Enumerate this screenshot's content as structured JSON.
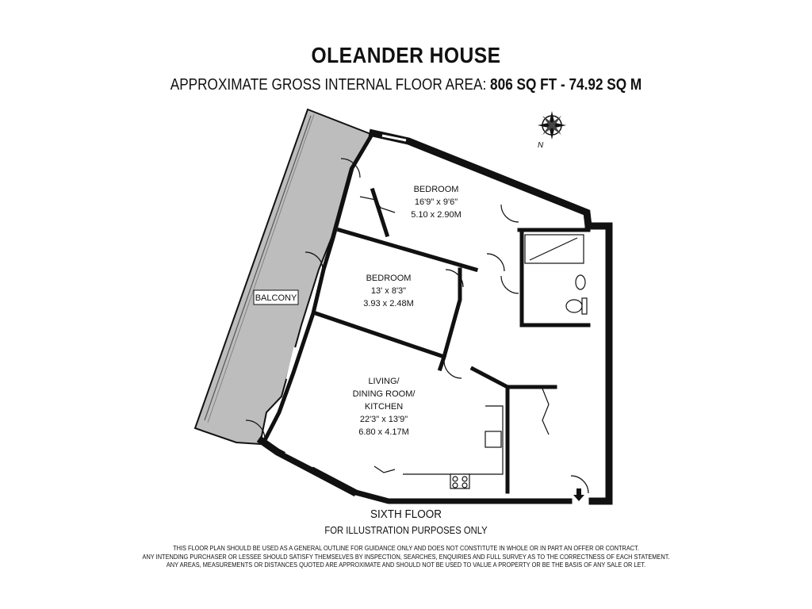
{
  "header": {
    "title": "OLEANDER HOUSE",
    "area_label": "APPROXIMATE GROSS INTERNAL FLOOR AREA:",
    "area_sqft": "806 SQ FT",
    "area_separator": "-",
    "area_sqm": "74.92 SQ M"
  },
  "compass": {
    "north_label": "N"
  },
  "rooms": {
    "bedroom1": {
      "name": "BEDROOM",
      "imperial": "16'9\" x 9'6\"",
      "metric": "5.10 x 2.90M"
    },
    "bedroom2": {
      "name": "BEDROOM",
      "imperial": "13' x 8'3\"",
      "metric": "3.93 x 2.48M"
    },
    "living": {
      "line1": "LIVING/",
      "line2": "DINING ROOM/",
      "line3": "KITCHEN",
      "imperial": "22'3\" x 13'9\"",
      "metric": "6.80 x 4.17M"
    },
    "balcony": {
      "name": "BALCONY"
    }
  },
  "footer": {
    "floor": "SIXTH FLOOR",
    "illustration_note": "FOR ILLUSTRATION PURPOSES ONLY",
    "disclaimer": [
      "THIS FLOOR PLAN SHOULD BE USED AS A GENERAL OUTLINE FOR GUIDANCE ONLY AND DOES NOT CONSTITUTE IN WHOLE OR IN PART AN OFFER OR CONTRACT.",
      "ANY INTENDING PURCHASER OR LESSEE SHOULD SATISFY THEMSELVES BY INSPECTION, SEARCHES, ENQUIRIES AND FULL SURVEY AS TO THE CORRECTNESS OF EACH STATEMENT.",
      "ANY AREAS, MEASUREMENTS OR DISTANCES QUOTED ARE APPROXIMATE AND SHOULD NOT BE USED TO VALUE A PROPERTY OR BE THE BASIS OF ANY SALE OR LET."
    ]
  },
  "colors": {
    "wall": "#111111",
    "balcony_fill": "#bdbdbd",
    "background": "#ffffff"
  }
}
